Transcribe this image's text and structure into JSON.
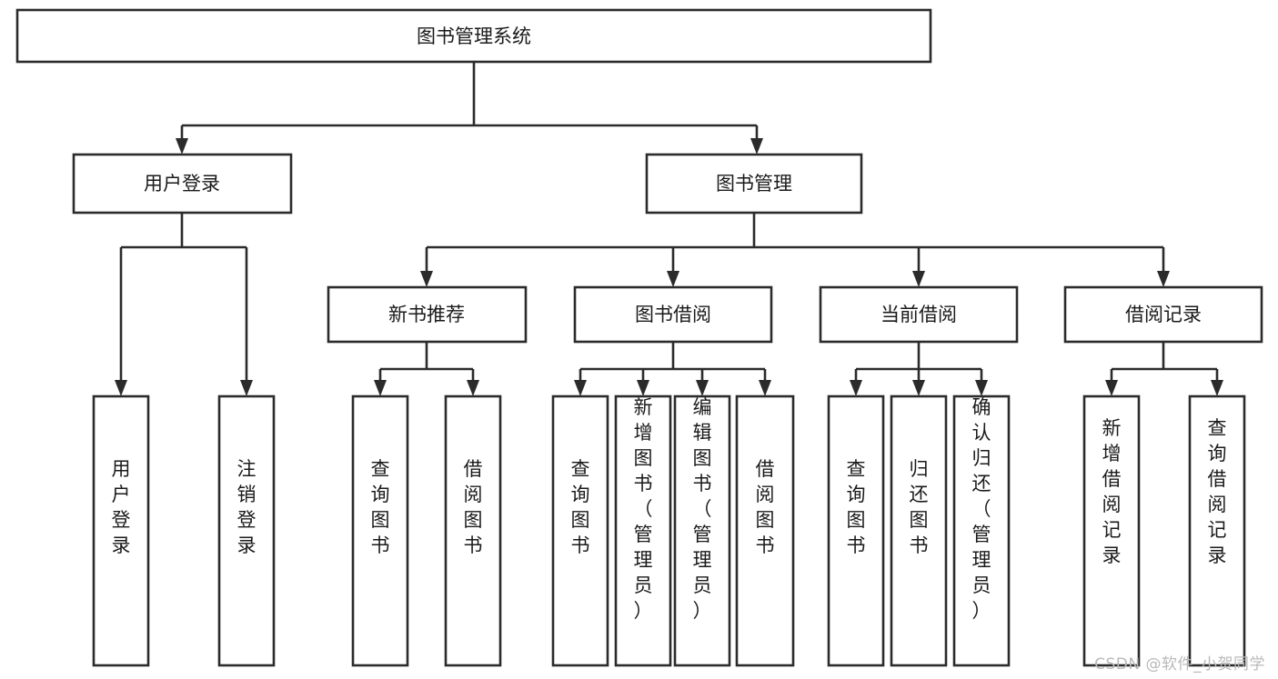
{
  "diagram": {
    "type": "tree",
    "title": "图书管理系统",
    "orientation": "top-down",
    "watermark": "CSDN @软件_小贺同学",
    "levels": {
      "level0": [
        {
          "id": "root",
          "label": "图书管理系统",
          "orientation": "horizontal"
        }
      ],
      "level1": [
        {
          "id": "user-login",
          "label": "用户登录",
          "orientation": "horizontal",
          "parent": "root"
        },
        {
          "id": "book-mgmt",
          "label": "图书管理",
          "orientation": "horizontal",
          "parent": "root"
        }
      ],
      "level2": [
        {
          "id": "new-book-rec",
          "label": "新书推荐",
          "orientation": "horizontal",
          "parent": "book-mgmt"
        },
        {
          "id": "book-borrow",
          "label": "图书借阅",
          "orientation": "horizontal",
          "parent": "book-mgmt"
        },
        {
          "id": "current-borrow",
          "label": "当前借阅",
          "orientation": "horizontal",
          "parent": "book-mgmt"
        },
        {
          "id": "borrow-record",
          "label": "借阅记录",
          "orientation": "horizontal",
          "parent": "book-mgmt"
        }
      ],
      "level3": [
        {
          "id": "leaf-user-login",
          "label": "用户登录",
          "orientation": "vertical",
          "parent": "user-login"
        },
        {
          "id": "leaf-logout",
          "label": "注销登录",
          "orientation": "vertical",
          "parent": "user-login"
        },
        {
          "id": "leaf-query-book-1",
          "label": "查询图书",
          "orientation": "vertical",
          "parent": "new-book-rec"
        },
        {
          "id": "leaf-borrow-book-1",
          "label": "借阅图书",
          "orientation": "vertical",
          "parent": "new-book-rec"
        },
        {
          "id": "leaf-query-book-2",
          "label": "查询图书",
          "orientation": "vertical",
          "parent": "book-borrow"
        },
        {
          "id": "leaf-add-book",
          "label": "新增图书（管理员）",
          "orientation": "vertical",
          "parent": "book-borrow"
        },
        {
          "id": "leaf-edit-book",
          "label": "编辑图书（管理员）",
          "orientation": "vertical",
          "parent": "book-borrow"
        },
        {
          "id": "leaf-borrow-book-2",
          "label": "借阅图书",
          "orientation": "vertical",
          "parent": "book-borrow"
        },
        {
          "id": "leaf-query-book-3",
          "label": "查询图书",
          "orientation": "vertical",
          "parent": "current-borrow"
        },
        {
          "id": "leaf-return-book",
          "label": "归还图书",
          "orientation": "vertical",
          "parent": "current-borrow"
        },
        {
          "id": "leaf-confirm-return",
          "label": "确认归还（管理员）",
          "orientation": "vertical",
          "parent": "current-borrow"
        },
        {
          "id": "leaf-add-record",
          "label": "新增借阅记录",
          "orientation": "vertical",
          "parent": "borrow-record"
        },
        {
          "id": "leaf-query-record",
          "label": "查询借阅记录",
          "orientation": "vertical",
          "parent": "borrow-record"
        }
      ]
    },
    "colors": {
      "box_stroke": "#2b2b2b",
      "box_fill": "#ffffff",
      "text": "#1a1a1a",
      "connector": "#2b2b2b",
      "watermark": "#b9b9b9",
      "background": "#ffffff"
    }
  }
}
